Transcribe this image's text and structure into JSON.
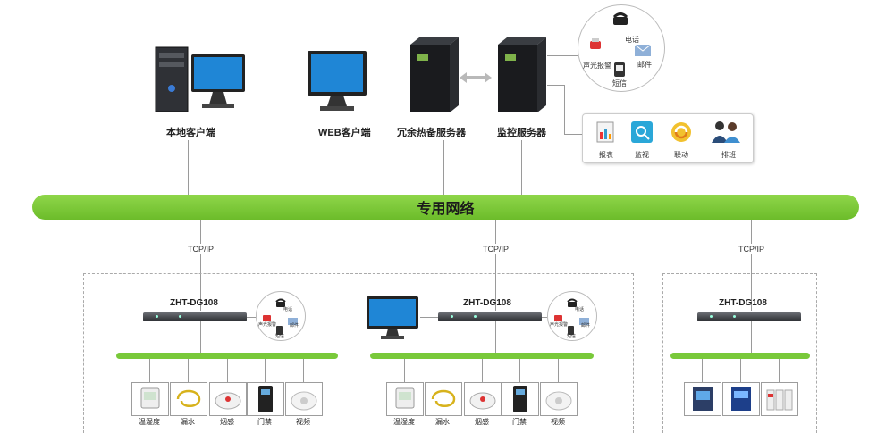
{
  "colors": {
    "network": "#79c93a",
    "lines": "#9a9a9a"
  },
  "top": {
    "local_client": "本地客户端",
    "web_client": "WEB客户端",
    "redundant_server": "冗余热备服务器",
    "monitor_server": "监控服务器"
  },
  "alarm_top": {
    "phone": "电话",
    "sound_light": "声光报警",
    "email": "邮件",
    "sms": "短信"
  },
  "functions": {
    "report": "报表",
    "video": "监视",
    "linkage": "联动",
    "shift": "排班"
  },
  "network": {
    "label": "专用网络"
  },
  "tcp": {
    "a": "TCP/IP",
    "b": "TCP/IP",
    "c": "TCP/IP"
  },
  "gw": {
    "a": "ZHT-DG108",
    "b": "ZHT-DG108",
    "c": "ZHT-DG108"
  },
  "alarm_small": {
    "phone": "电话",
    "sound_light": "声光报警",
    "email": "邮件",
    "sms": "短信"
  },
  "sensors_a": [
    "温湿度",
    "漏水",
    "烟感",
    "门禁",
    "视频"
  ],
  "sensors_b": [
    "温湿度",
    "漏水",
    "烟感",
    "门禁",
    "视频"
  ]
}
